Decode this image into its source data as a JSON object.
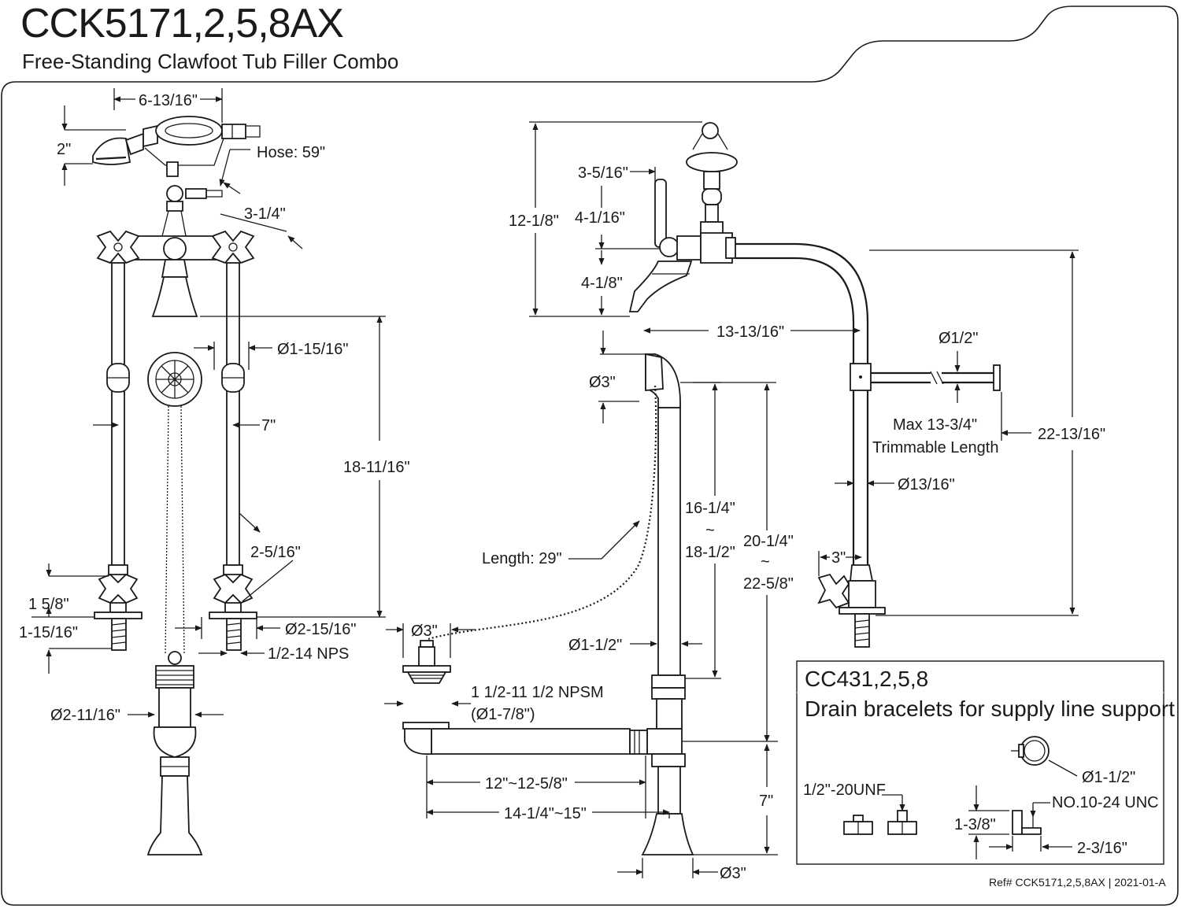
{
  "header": {
    "title": "CCK5171,2,5,8AX",
    "subtitle": "Free-Standing Clawfoot Tub Filler Combo"
  },
  "dimensions": {
    "hs_width": "6-13/16\"",
    "hs_height": "2\"",
    "hose": "Hose: 59\"",
    "spread": "3-1/4\"",
    "flange_dia": "Ø1-15/16\"",
    "strainer_dia": "Ø2-15/16\"",
    "center": "7\"",
    "height_total": "18-11/16\"",
    "valve_offset": "2-5/16\"",
    "valve_h": "1 5/8\"",
    "shank_len": "1-15/16\"",
    "nps": "1/2-14 NPS",
    "drain_body": "Ø2-11/16\"",
    "side_dia3": "Ø3\"",
    "side_hs": "3-5/16\"",
    "side_h1": "4-1/16\"",
    "side_total": "12-1/8\"",
    "side_h2": "4-1/8\"",
    "spout_reach": "13-13/16\"",
    "supply_dia": "Ø1/2\"",
    "max_len_1": "Max 13-3/4\"",
    "max_len_2": "Trimmable Length",
    "supply_h": "22-13/16\"",
    "supply_pipe": "Ø13/16\"",
    "stop_offset": "3\"",
    "overflow_dia": "Ø3\"",
    "chain": "Length: 29\"",
    "ov_1a": "16-1/4\"",
    "ov_tilde_1": "~",
    "ov_1b": "18-1/2\"",
    "ov_2a": "20-1/4\"",
    "ov_tilde_2": "~",
    "ov_2b": "22-5/8\"",
    "stopper_dia": "Ø3\"",
    "pipe_dia": "Ø1-1/2\"",
    "npsm": "1 1/2-11 1/2 NPSM",
    "npsm_dia": "(Ø1-7/8\")",
    "reach1": "12\"~12-5/8\"",
    "reach2": "14-1/4\"~15\"",
    "tee_h": "7\"",
    "base_dia": "Ø3\""
  },
  "bracelet_box": {
    "model": "CC431,2,5,8",
    "description": "Drain bracelets for supply line support",
    "ring_dia": "Ø1-1/2\"",
    "thread": "1/2\"-20UNF",
    "screw": "NO.10-24 UNC",
    "height": "1-3/8\"",
    "width": "2-3/16\""
  },
  "footer": {
    "ref": "Ref# CCK5171,2,5,8AX | 2021-01-A"
  }
}
